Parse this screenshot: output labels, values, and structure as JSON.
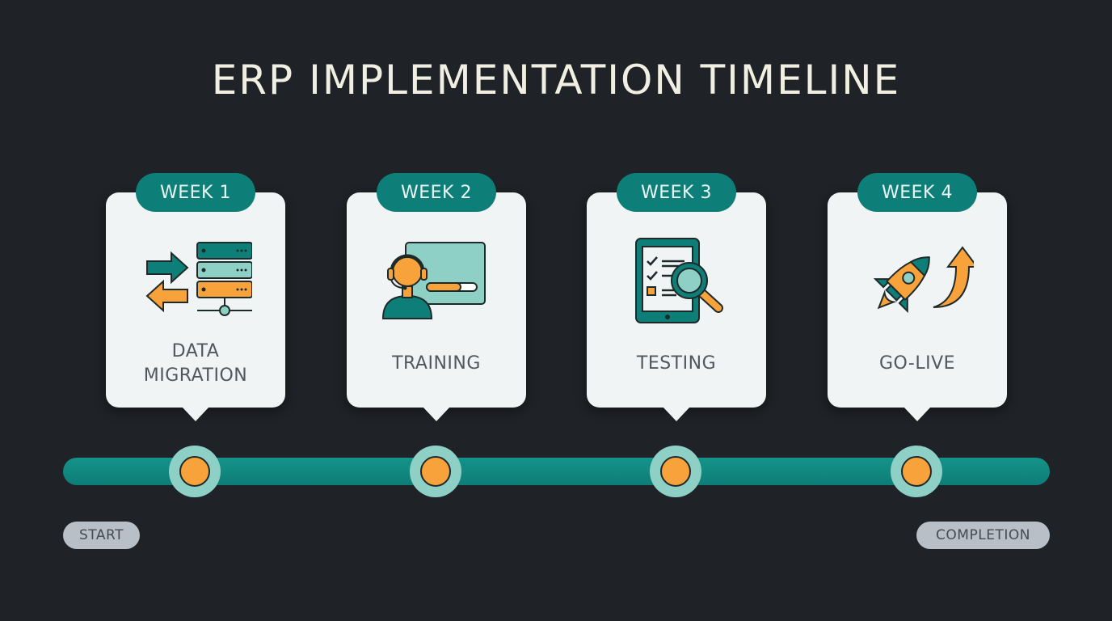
{
  "title": "ERP IMPLEMENTATION TIMELINE",
  "colors": {
    "background": "#1f2226",
    "title_text": "#f1efe2",
    "card_bg": "#f1f4f5",
    "teal_primary": "#0e7f78",
    "teal_light": "#8fd0c6",
    "orange_accent": "#f7a23b",
    "label_text": "#52575b",
    "endpoint_pill": "#b9bfc6"
  },
  "milestones": [
    {
      "week": "WEEK 1",
      "label_line1": "DATA",
      "label_line2": "MIGRATION",
      "icon": "server-transfer-icon"
    },
    {
      "week": "WEEK 2",
      "label_line1": "TRAINING",
      "label_line2": "",
      "icon": "trainer-presentation-icon"
    },
    {
      "week": "WEEK 3",
      "label_line1": "TESTING",
      "label_line2": "",
      "icon": "checklist-magnifier-icon"
    },
    {
      "week": "WEEK 4",
      "label_line1": "GO-LIVE",
      "label_line2": "",
      "icon": "rocket-launch-icon"
    }
  ],
  "timeline": {
    "start_label": "START",
    "end_label": "COMPLETION"
  }
}
